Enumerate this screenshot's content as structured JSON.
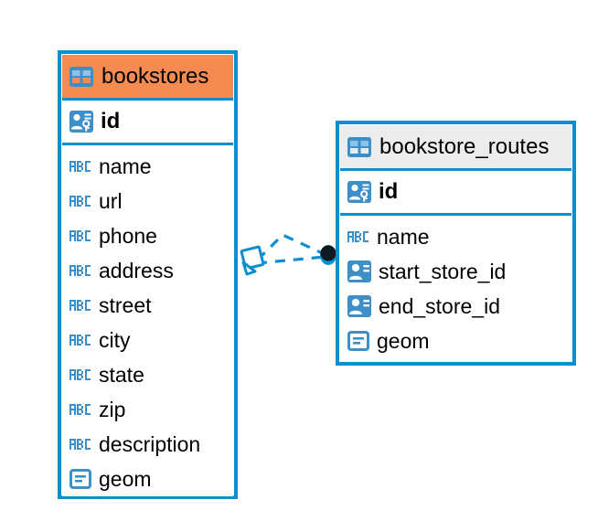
{
  "diagram": {
    "type": "database-er-diagram",
    "colors": {
      "border_blue": "#0d8ecf",
      "icon_blue": "#3d8fc9",
      "header_orange": "#f58b51",
      "header_gray": "#ececec",
      "text": "#000000",
      "connector_blue": "#0d8ecf",
      "connector_endpoint": "#101820"
    },
    "entities": [
      {
        "id": "bookstores",
        "title": "bookstores",
        "header_icon": "table-icon",
        "header_color": "#f58b51",
        "primary_key": {
          "name": "id",
          "icon": "primary-key-icon"
        },
        "fields": [
          {
            "name": "name",
            "icon": "abc-text-icon"
          },
          {
            "name": "url",
            "icon": "abc-text-icon"
          },
          {
            "name": "phone",
            "icon": "abc-text-icon"
          },
          {
            "name": "address",
            "icon": "abc-text-icon"
          },
          {
            "name": "street",
            "icon": "abc-text-icon"
          },
          {
            "name": "city",
            "icon": "abc-text-icon"
          },
          {
            "name": "state",
            "icon": "abc-text-icon"
          },
          {
            "name": "zip",
            "icon": "abc-text-icon"
          },
          {
            "name": "description",
            "icon": "abc-text-icon"
          },
          {
            "name": "geom",
            "icon": "geometry-icon"
          }
        ]
      },
      {
        "id": "bookstore_routes",
        "title": "bookstore_routes",
        "header_icon": "table-icon",
        "header_color": "#ececec",
        "primary_key": {
          "name": "id",
          "icon": "primary-key-icon"
        },
        "fields": [
          {
            "name": "name",
            "icon": "abc-text-icon"
          },
          {
            "name": "start_store_id",
            "icon": "foreign-key-icon"
          },
          {
            "name": "end_store_id",
            "icon": "foreign-key-icon"
          },
          {
            "name": "geom",
            "icon": "geometry-icon"
          }
        ]
      }
    ],
    "relationship": {
      "style": "dashed",
      "source_endpoint": "diamond-outline",
      "target_endpoint": "filled-circle",
      "from": "bookstores",
      "to": "bookstore_routes"
    }
  }
}
